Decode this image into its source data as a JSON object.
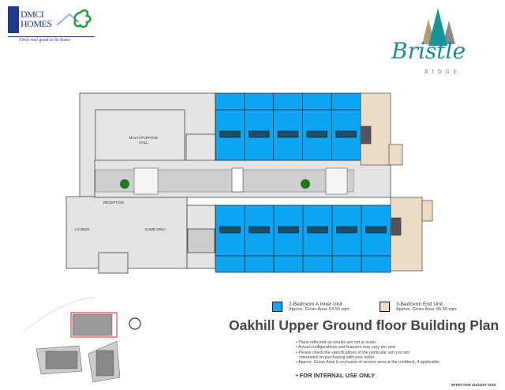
{
  "header": {
    "developer_logo": {
      "name": "DMCI HOMES",
      "tagline": "Feels real good to be home"
    },
    "project_logo": {
      "name": "Bristle",
      "sub": "RIDGE"
    }
  },
  "floor_plan": {
    "rooms": {
      "multipurpose_hall": "MULTI-PURPOSE",
      "multipurpose_hall_2": "HALL",
      "reception": "RECEPTION",
      "lounge": "LOUNGE",
      "game_area": "GAME AREA"
    },
    "colors": {
      "inner_unit": "#0ea5f2",
      "end_unit": "#eddcc5",
      "common": "#e3e3e3"
    }
  },
  "legend": [
    {
      "title": "2-Bedroom A Inner Unit",
      "area": "Approx. Gross Area: 64.50 sqm",
      "color": "#0ea5f2"
    },
    {
      "title": "3-Bedroom End Unit",
      "area": "Approx. Gross Area: 85.50 sqm",
      "color": "#eddcc5"
    }
  ],
  "title": "Oakhill Upper Ground floor Building Plan",
  "notes": [
    "• Plans reflected as visuals are not to scale.",
    "• Actual configurations and features may vary per unit.",
    "• Please check the specifications of the particular unit you are",
    "   interested on purchasing with your seller.",
    "• Approx. Gross Area is exclusive of service area at the roofdeck, if applicable."
  ],
  "internal_notice": "• FOR INTERNAL USE ONLY",
  "effective": "EFFECTIVE AUGUST 2015"
}
